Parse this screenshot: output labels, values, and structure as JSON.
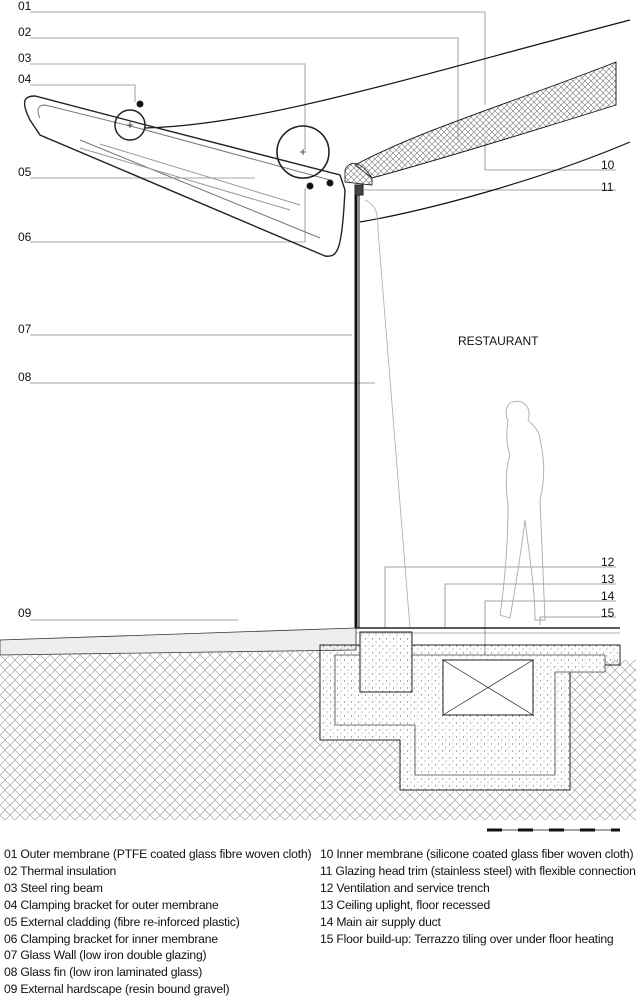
{
  "callouts": [
    "01",
    "02",
    "03",
    "04",
    "05",
    "06",
    "07",
    "08",
    "09",
    "10",
    "11",
    "12",
    "13",
    "14",
    "15"
  ],
  "room_label": "RESTAURANT",
  "legend": [
    "01 Outer membrane (PTFE coated glass fibre woven cloth)",
    "02 Thermal insulation",
    "03 Steel ring beam",
    "04 Clamping bracket for outer membrane",
    "05 External cladding (fibre re-inforced plastic)",
    "06 Clamping bracket for inner membrane",
    "07 Glass Wall (low iron double glazing)",
    "08 Glass fin (low iron laminated glass)",
    "09 External hardscape (resin bound gravel)",
    "10 Inner membrane (silicone coated glass fiber woven cloth)",
    "11 Glazing head trim (stainless steel) with flexible connection",
    "12 Ventilation and service trench",
    "13 Ceiling uplight, floor recessed",
    "14 Main air supply duct",
    "15 Floor build-up: Terrazzo tiling over under floor heating"
  ]
}
